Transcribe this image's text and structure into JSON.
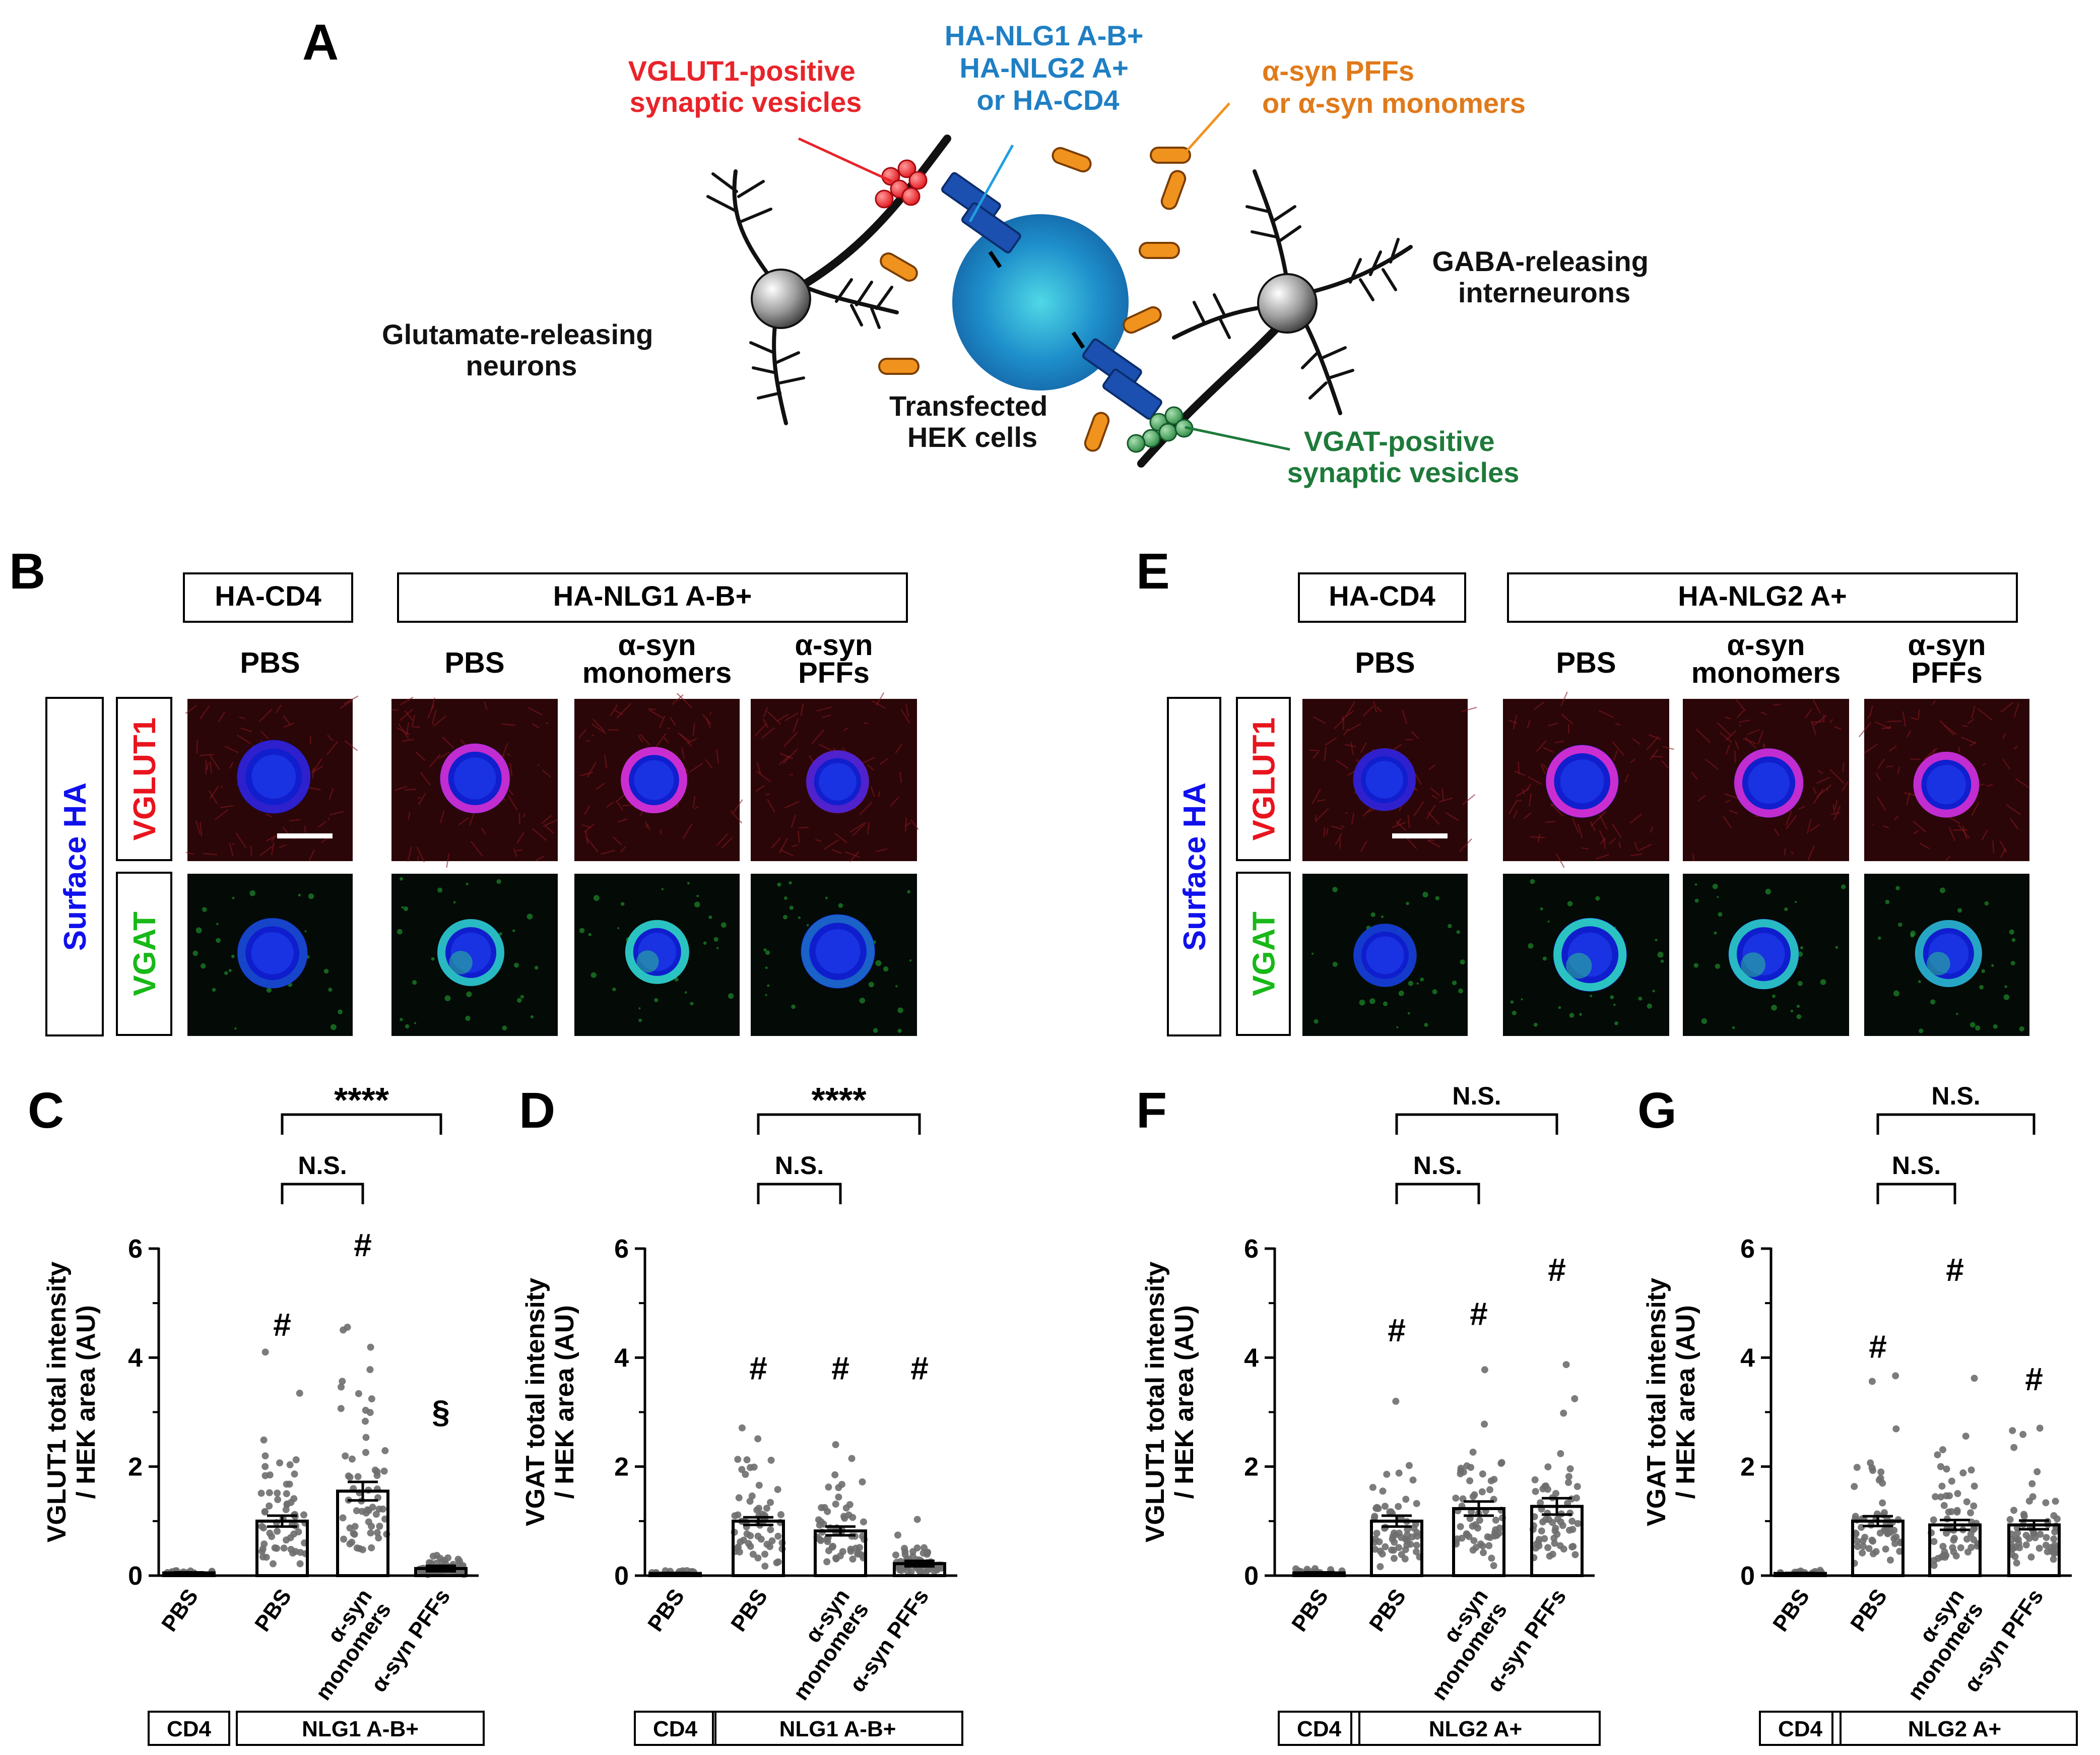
{
  "panel_letters": {
    "A": "A",
    "B": "B",
    "C": "C",
    "D": "D",
    "E": "E",
    "F": "F",
    "G": "G"
  },
  "schematic": {
    "vglut1_label": [
      "VGLUT1-positive",
      "synaptic vesicles"
    ],
    "construct_label": [
      "HA-NLG1 A-B+",
      "HA-NLG2 A+",
      "or HA-CD4"
    ],
    "pff_label": [
      "α-syn PFFs",
      "or α-syn monomers"
    ],
    "gaba_label": [
      "GABA-releasing",
      "interneurons"
    ],
    "glut_label": [
      "Glutamate-releasing",
      "neurons"
    ],
    "hek_label": [
      "Transfected",
      "HEK cells"
    ],
    "vgat_label": [
      "VGAT-positive",
      "synaptic vesicles"
    ],
    "colors": {
      "vglut1": "#e8242a",
      "construct": "#1f7fc4",
      "pff": "#e07a1a",
      "vgat": "#1e7a3a"
    }
  },
  "image_panels": [
    {
      "id": "B",
      "control": "HA-CD4",
      "construct": "HA-NLG1 A-B+",
      "conditions": [
        [
          "PBS"
        ],
        [
          "PBS"
        ],
        [
          "α-syn",
          "monomers"
        ],
        [
          "α-syn",
          "PFFs"
        ]
      ]
    },
    {
      "id": "E",
      "control": "HA-CD4",
      "construct": "HA-NLG2 A+",
      "conditions": [
        [
          "PBS"
        ],
        [
          "PBS"
        ],
        [
          "α-syn",
          "monomers"
        ],
        [
          "α-syn",
          "PFFs"
        ]
      ]
    }
  ],
  "channel_labels": {
    "surface_ha": "Surface HA",
    "vglut1": "VGLUT1",
    "vgat": "VGAT"
  },
  "channel_colors": {
    "surface_ha": "#1010ee",
    "vglut1": "#e8141e",
    "vgat": "#18b818"
  },
  "chart_data": [
    {
      "id": "C",
      "type": "bar",
      "ylabel": [
        "VGLUT1 total intensity",
        "/ HEK area (AU)"
      ],
      "ylim": [
        0,
        6
      ],
      "yticks": [
        "0",
        "2",
        "4",
        "6"
      ],
      "categories": [
        [
          "PBS"
        ],
        [
          "PBS"
        ],
        [
          "α-syn",
          "monomers"
        ],
        [
          "α-syn PFFs"
        ]
      ],
      "values": [
        0.05,
        1.0,
        1.55,
        0.13
      ],
      "errors": [
        0.01,
        0.1,
        0.17,
        0.05
      ],
      "markers": [
        "",
        "#",
        "#",
        "§"
      ],
      "comparisons": [
        {
          "from": 1,
          "to": 2,
          "label": "N.S."
        },
        {
          "from": 1,
          "to": 3,
          "label": "****"
        }
      ],
      "groups": {
        "control": "CD4",
        "construct": "NLG1 A-B+"
      }
    },
    {
      "id": "D",
      "type": "bar",
      "ylabel": [
        "VGAT total intensity",
        "/ HEK area (AU)"
      ],
      "ylim": [
        0,
        6
      ],
      "yticks": [
        "0",
        "2",
        "4",
        "6"
      ],
      "categories": [
        [
          "PBS"
        ],
        [
          "PBS"
        ],
        [
          "α-syn",
          "monomers"
        ],
        [
          "α-syn PFFs"
        ]
      ],
      "values": [
        0.04,
        1.0,
        0.82,
        0.22
      ],
      "errors": [
        0.01,
        0.07,
        0.08,
        0.05
      ],
      "markers": [
        "",
        "#",
        "#",
        "#"
      ],
      "comparisons": [
        {
          "from": 1,
          "to": 2,
          "label": "N.S."
        },
        {
          "from": 1,
          "to": 3,
          "label": "****"
        }
      ],
      "groups": {
        "control": "CD4",
        "construct": "NLG1 A-B+"
      }
    },
    {
      "id": "F",
      "type": "bar",
      "ylabel": [
        "VGLUT1 total intensity",
        "/ HEK area (AU)"
      ],
      "ylim": [
        0,
        6
      ],
      "yticks": [
        "0",
        "2",
        "4",
        "6"
      ],
      "categories": [
        [
          "PBS"
        ],
        [
          "PBS"
        ],
        [
          "α-syn",
          "monomers"
        ],
        [
          "α-syn PFFs"
        ]
      ],
      "values": [
        0.05,
        1.0,
        1.23,
        1.27
      ],
      "errors": [
        0.01,
        0.1,
        0.13,
        0.15
      ],
      "markers": [
        "",
        "#",
        "#",
        "#"
      ],
      "comparisons": [
        {
          "from": 1,
          "to": 2,
          "label": "N.S."
        },
        {
          "from": 1,
          "to": 3,
          "label": "N.S."
        }
      ],
      "groups": {
        "control": "CD4",
        "construct": "NLG2 A+"
      }
    },
    {
      "id": "G",
      "type": "bar",
      "ylabel": [
        "VGAT total intensity",
        "/ HEK area (AU)"
      ],
      "ylim": [
        0,
        6
      ],
      "yticks": [
        "0",
        "2",
        "4",
        "6"
      ],
      "categories": [
        [
          "PBS"
        ],
        [
          "PBS"
        ],
        [
          "α-syn",
          "monomers"
        ],
        [
          "α-syn PFFs"
        ]
      ],
      "values": [
        0.04,
        1.0,
        0.93,
        0.93
      ],
      "errors": [
        0.01,
        0.09,
        0.09,
        0.08
      ],
      "markers": [
        "",
        "#",
        "#",
        "#"
      ],
      "comparisons": [
        {
          "from": 1,
          "to": 2,
          "label": "N.S."
        },
        {
          "from": 1,
          "to": 3,
          "label": "N.S."
        }
      ],
      "groups": {
        "control": "CD4",
        "construct": "NLG2 A+"
      }
    }
  ]
}
